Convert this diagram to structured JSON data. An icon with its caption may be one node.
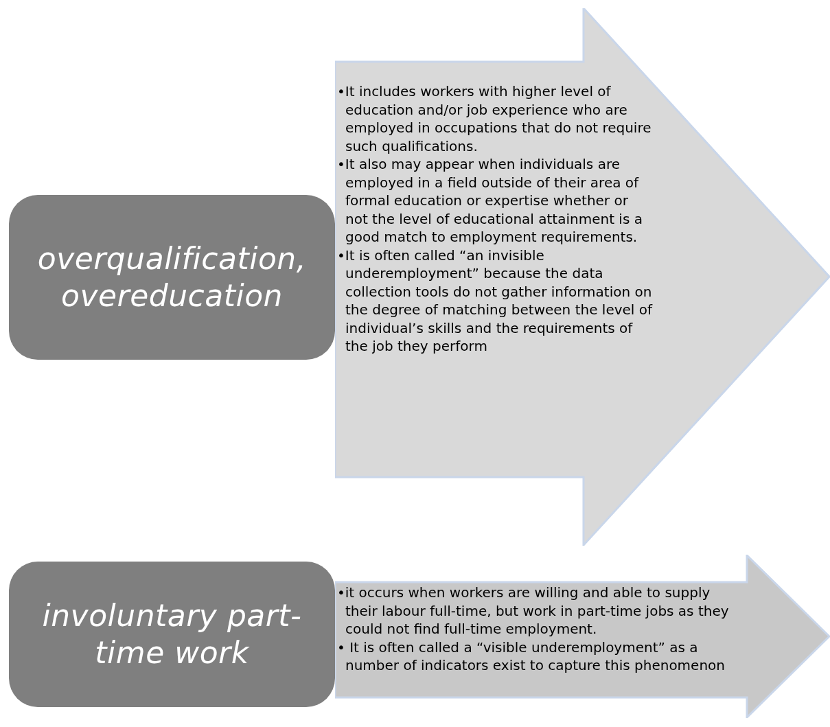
{
  "diagram": {
    "nodes": [
      {
        "text": [
          "overqualification, overeducation"
        ]
      },
      {
        "text": [
          "•It includes workers with higher level of education and/or job experience who are employed in occupations that do not require such qualifications.",
          "•It also may appear when individuals are employed in a field outside of their area of formal education or expertise whether or not the level of educational attainment is a good match to employment requirements.",
          "•It is often called “an invisible underemployment” because the data collection tools do not gather information on the degree of matching between the level of individual’s skills and the requirements of the job they perform"
        ]
      },
      {
        "text": [
          "involuntary part-time work"
        ]
      },
      {
        "text": [
          "•it occurs when workers are willing and able to supply their labour full-time, but work in part-time jobs as they could not find full-time employment.",
          "• It is often called a “visible underemployment” as a number of indicators exist to capture this phenomenon"
        ]
      }
    ]
  }
}
